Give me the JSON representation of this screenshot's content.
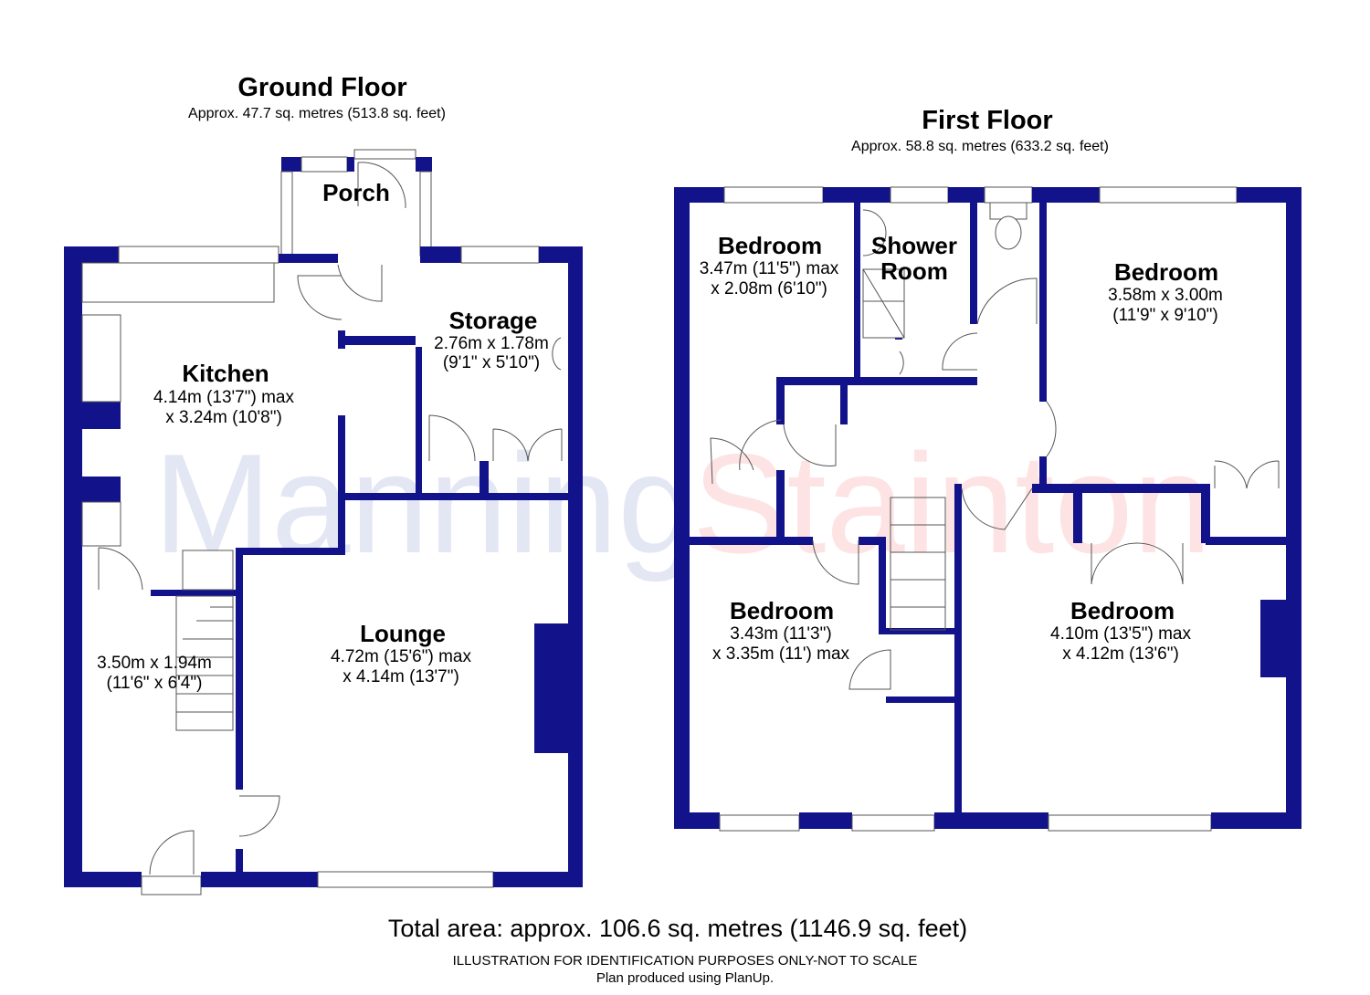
{
  "ground_floor": {
    "title": "Ground Floor",
    "area": "Approx. 47.7 sq. metres (513.8 sq. feet)",
    "rooms": [
      {
        "name": "Porch",
        "dims": []
      },
      {
        "name": "Kitchen",
        "dims": [
          "4.14m (13'7\") max",
          "x 3.24m (10'8\")"
        ]
      },
      {
        "name": "Storage",
        "dims": [
          "2.76m x 1.78m",
          "(9'1\" x 5'10\")"
        ]
      },
      {
        "name": "",
        "dims": [
          "3.50m x 1.94m",
          "(11'6\" x 6'4\")"
        ]
      },
      {
        "name": "Lounge",
        "dims": [
          "4.72m (15'6\") max",
          "x 4.14m (13'7\")"
        ]
      }
    ]
  },
  "first_floor": {
    "title": "First Floor",
    "area": "Approx. 58.8 sq. metres (633.2 sq. feet)",
    "rooms": [
      {
        "name": "Bedroom",
        "dims": [
          "3.47m (11'5\") max",
          "x 2.08m (6'10\")"
        ]
      },
      {
        "name": "Shower",
        "name2": "Room",
        "dims": []
      },
      {
        "name": "Bedroom",
        "dims": [
          "3.58m x 3.00m",
          "(11'9\" x 9'10\")"
        ]
      },
      {
        "name": "Bedroom",
        "dims": [
          "3.43m (11'3\")",
          "x 3.35m (11') max"
        ]
      },
      {
        "name": "Bedroom",
        "dims": [
          "4.10m (13'5\") max",
          "x 4.12m (13'6\")"
        ]
      }
    ]
  },
  "footer": {
    "total": "Total area: approx. 106.6 sq. metres (1146.9 sq. feet)",
    "disclaimer": "ILLUSTRATION FOR IDENTIFICATION PURPOSES ONLY-NOT TO SCALE",
    "credit": "Plan produced using PlanUp."
  },
  "watermark": {
    "part1": "Manning",
    "part2": "Stainton"
  },
  "colors": {
    "wall": "#12128a",
    "watermark1": "#e3e6f3",
    "watermark2": "#fde3e3"
  }
}
